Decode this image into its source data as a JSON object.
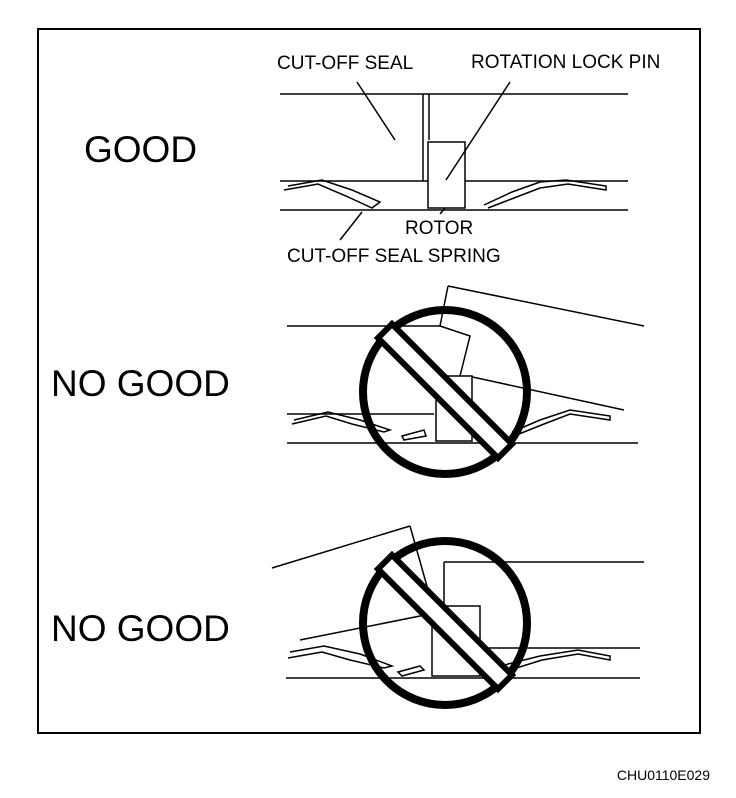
{
  "labels": {
    "cutoff_seal": "CUT-OFF SEAL",
    "rotation_lock_pin": "ROTATION LOCK PIN",
    "rotor": "ROTOR",
    "cutoff_seal_spring": "CUT-OFF SEAL SPRING"
  },
  "panels": [
    {
      "verdict": "GOOD"
    },
    {
      "verdict": "NO GOOD"
    },
    {
      "verdict": "NO GOOD"
    }
  ],
  "figure_code": "CHU0110E029",
  "colors": {
    "line": "#000000",
    "background": "#ffffff"
  },
  "icons": [
    "prohibition-icon",
    "prohibition-icon"
  ]
}
